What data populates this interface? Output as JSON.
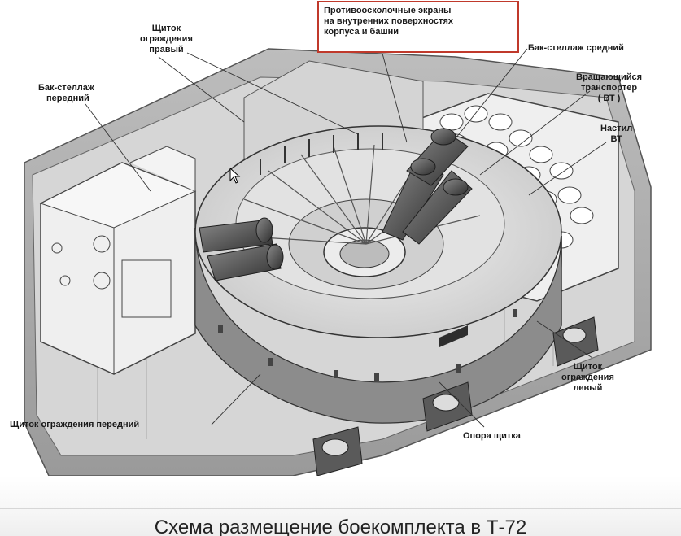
{
  "diagram": {
    "labels": {
      "front_rack_tank": [
        "Бак-стеллаж",
        "передний"
      ],
      "right_shield": [
        "Щиток",
        "ограждения",
        "правый"
      ],
      "anti_fragment_screens": [
        "Противоосколочные экраны",
        "на внутренних поверхностях",
        "корпуса и башни"
      ],
      "middle_rack_tank": "Бак-стеллаж средний",
      "rotating_conveyor": [
        "Вращающийся",
        "транспортер",
        "( ВТ )"
      ],
      "conveyor_floor": [
        "Настил",
        "ВТ"
      ],
      "left_shield": [
        "Щиток",
        "ограждения",
        "левый"
      ],
      "front_shield": "Щиток ограждения передний",
      "shield_support": "Опора щитка"
    },
    "colors": {
      "callout_border": "#c0392b",
      "hull": "#cfcfcf",
      "dark_metal": "#3a3a3a",
      "light_panel": "#eeeeee"
    }
  },
  "caption": "Схема размещение боекомплекта в Т-72"
}
